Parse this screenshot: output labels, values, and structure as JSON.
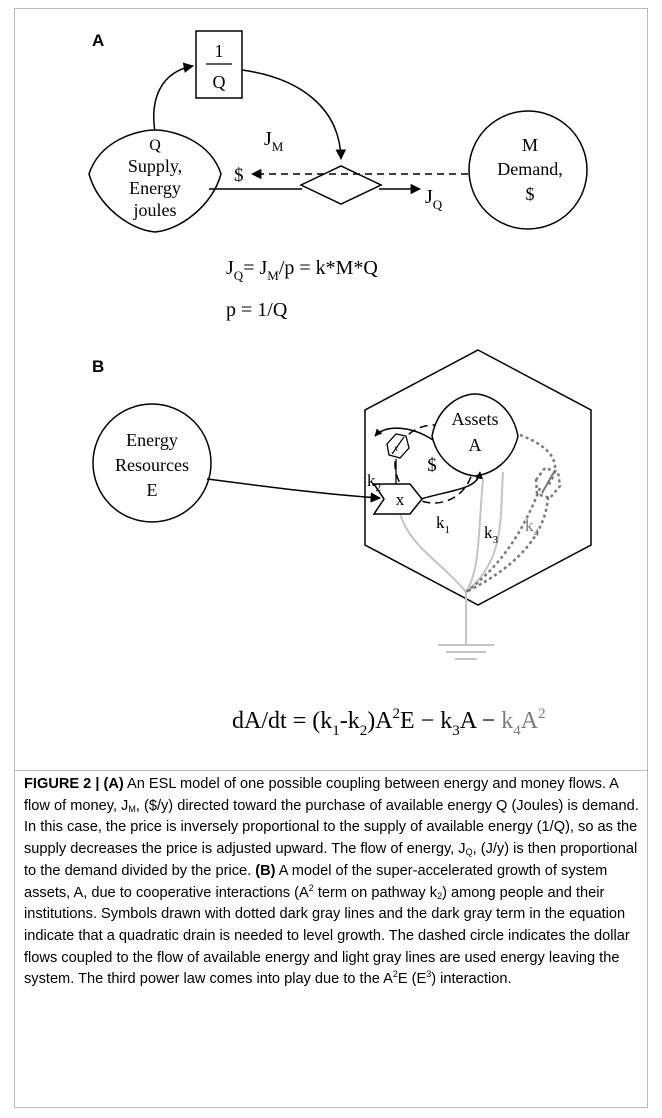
{
  "panel_a": {
    "label": "A",
    "tank_q_label": "Q",
    "tank_line1": "Supply,",
    "tank_line2": "Energy",
    "tank_line3": "joules",
    "box_num": "1",
    "box_den": "Q",
    "jm_main": "J",
    "jm_sub": "M",
    "dollar_out": "$",
    "jq_main": "J",
    "jq_sub": "Q",
    "demand_line1": "M",
    "demand_line2": "Demand,",
    "demand_line3": "$",
    "eq1": {
      "p1": "J",
      "s1": "Q",
      "p2": "= J",
      "s2": "M",
      "p3": "/p = k*M*Q"
    },
    "eq2": "p = 1/Q"
  },
  "panel_b": {
    "label": "B",
    "energy_line1": "Energy",
    "energy_line2": "Resources",
    "energy_line3": "E",
    "assets_line1": "Assets",
    "assets_line2": "A",
    "dollar": "$",
    "x_gate": "x",
    "k2": {
      "main": "k",
      "sub": "2"
    },
    "k1": {
      "main": "k",
      "sub": "1"
    },
    "k3": {
      "main": "k",
      "sub": "3"
    },
    "k4": {
      "main": "k",
      "sub": "4"
    },
    "equation": {
      "t1": "dA/dt = (k",
      "s1": "1",
      "t2": "-k",
      "s2": "2",
      "t3": ")A",
      "sup1": "2",
      "t4": "E − k",
      "s3": "3",
      "t5": "A − ",
      "t6": "k",
      "s4": "4",
      "t7": "A",
      "sup2": "2"
    }
  },
  "caption": {
    "fig_label": "FIGURE 2 | ",
    "a_label": "(A)",
    "a_text_1": " An ESL model of one possible coupling between energy and money flows. A flow of money, J",
    "a_sub_m": "M",
    "a_text_2": ", ($/y) directed toward the purchase of available energy Q (Joules) is demand. In this case, the price is inversely proportional to the supply of available energy (1/Q), so as the supply decreases the price is adjusted upward. The flow of energy, J",
    "a_sub_q": "Q",
    "a_text_3": ", (J/y) is then proportional to the demand divided by the price. ",
    "b_label": "(B)",
    "b_text_1": " A model of the super-accelerated growth of system assets, A, due to cooperative interactions (A",
    "b_sup_2": "2",
    "b_text_2": " term on pathway k",
    "b_sub_2": "2",
    "b_text_3": ") among people and their institutions. Symbols drawn with dotted dark gray lines and the dark gray term in the equation indicate that a quadratic drain is needed to level growth. The dashed circle indicates the dollar flows coupled to the flow of available energy and light gray lines are used energy leaving the system. The third power law comes into play due to the A",
    "b_sup_2b": "2",
    "b_text_4": "E (E",
    "b_sup_3": "3",
    "b_text_5": ") interaction."
  },
  "colors": {
    "dark_gray": "#7a7a7a",
    "light_gray": "#c4c4c4",
    "border": "#b9b9b9"
  }
}
